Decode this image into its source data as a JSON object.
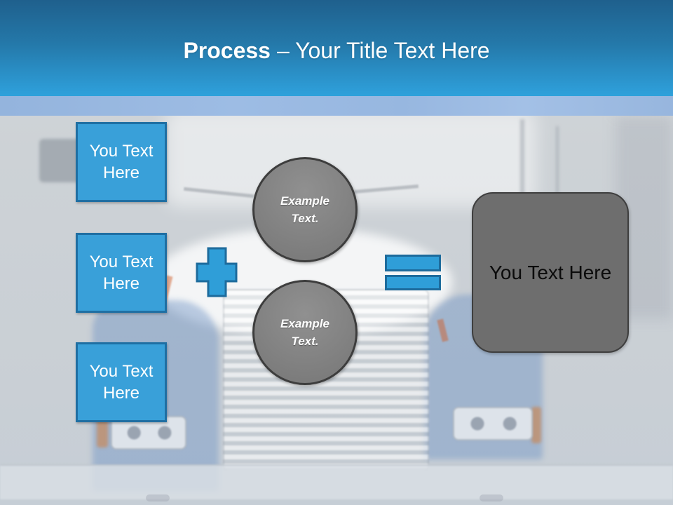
{
  "slide_title": {
    "emphasis": "Process",
    "rest": "– Your Title Text Here"
  },
  "input_boxes": [
    {
      "label": "You Text Here"
    },
    {
      "label": "You Text Here"
    },
    {
      "label": "You Text Here"
    }
  ],
  "example_circles": [
    {
      "label": "Example Text."
    },
    {
      "label": "Example Text."
    }
  ],
  "operators": {
    "plus_icon": "plus",
    "equals_icon": "equals"
  },
  "result_box": {
    "label": "You Text Here"
  },
  "background": {
    "description": "faded photo of a blue semi-truck front with chrome grille"
  },
  "colors": {
    "header_top": "#1f608d",
    "header_bottom": "#2ea1db",
    "subheader_band": "#9bbae0",
    "box_blue_fill": "#39a0d9",
    "box_blue_border": "#1f6fa3",
    "operator_blue_fill": "#2f9ed8",
    "operator_blue_border": "#1d6b9c",
    "circle_gray_fill": "#7f7f7f",
    "circle_border": "#3d3d3d",
    "result_gray_fill": "#6e6e6e",
    "result_border": "#3e3e3e"
  }
}
